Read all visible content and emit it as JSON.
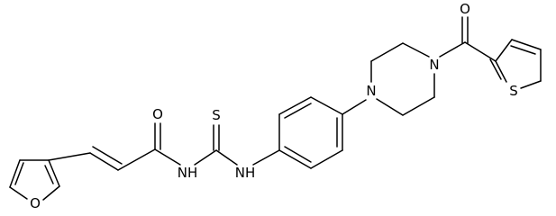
{
  "atoms": {
    "O_furan": "O",
    "O_acyl": "O",
    "NH_amide": "NH",
    "S_thio": "S",
    "NH_aryl": "NH",
    "N_aryl": "N",
    "N_acyl": "N",
    "O_ketone": "O",
    "S_thiophene": "S"
  },
  "colors": {
    "bond": "#000000",
    "label": "#000000",
    "background": "#ffffff"
  }
}
